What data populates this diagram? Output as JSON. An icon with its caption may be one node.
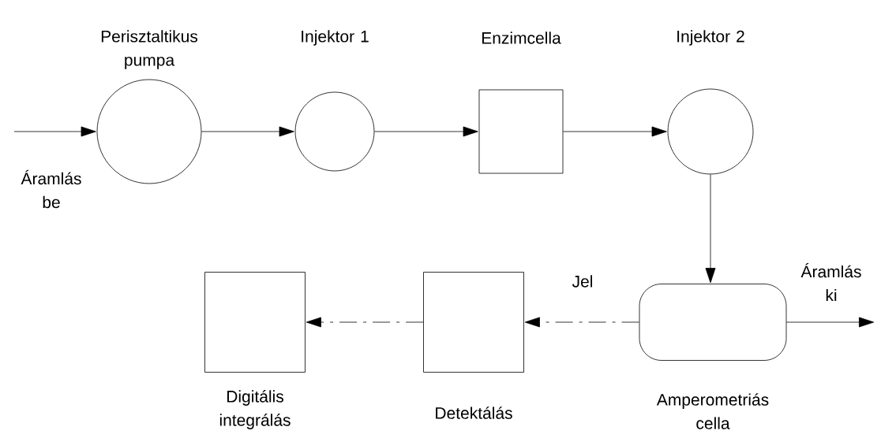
{
  "diagram": {
    "nodes": [
      {
        "text": [
          "Perisztaltikus pumpa"
        ]
      },
      {
        "text": [
          "Injektor 1"
        ]
      },
      {
        "text": [
          "Enzimcella"
        ]
      },
      {
        "text": [
          "Injektor 2"
        ]
      },
      {
        "text": [
          "Amperometriás cella"
        ]
      },
      {
        "text": [
          "Detektálás"
        ]
      },
      {
        "text": [
          "Digitális integrálás"
        ]
      }
    ],
    "edges": [
      {
        "from": null,
        "to": 0,
        "arrow": "to",
        "label": "Áramlás be"
      },
      {
        "from": 0,
        "to": 1,
        "arrow": "to"
      },
      {
        "from": 1,
        "to": 2,
        "arrow": "to"
      },
      {
        "from": 2,
        "to": 3,
        "arrow": "to"
      },
      {
        "from": 3,
        "to": 4,
        "arrow": "to"
      },
      {
        "from": 4,
        "to": null,
        "arrow": "to",
        "label": "Áramlás ki"
      },
      {
        "from": 4,
        "to": 5,
        "arrow": "to",
        "style": "dashed",
        "label": "Jel"
      },
      {
        "from": 5,
        "to": 6,
        "arrow": "to",
        "style": "dashed"
      }
    ]
  }
}
